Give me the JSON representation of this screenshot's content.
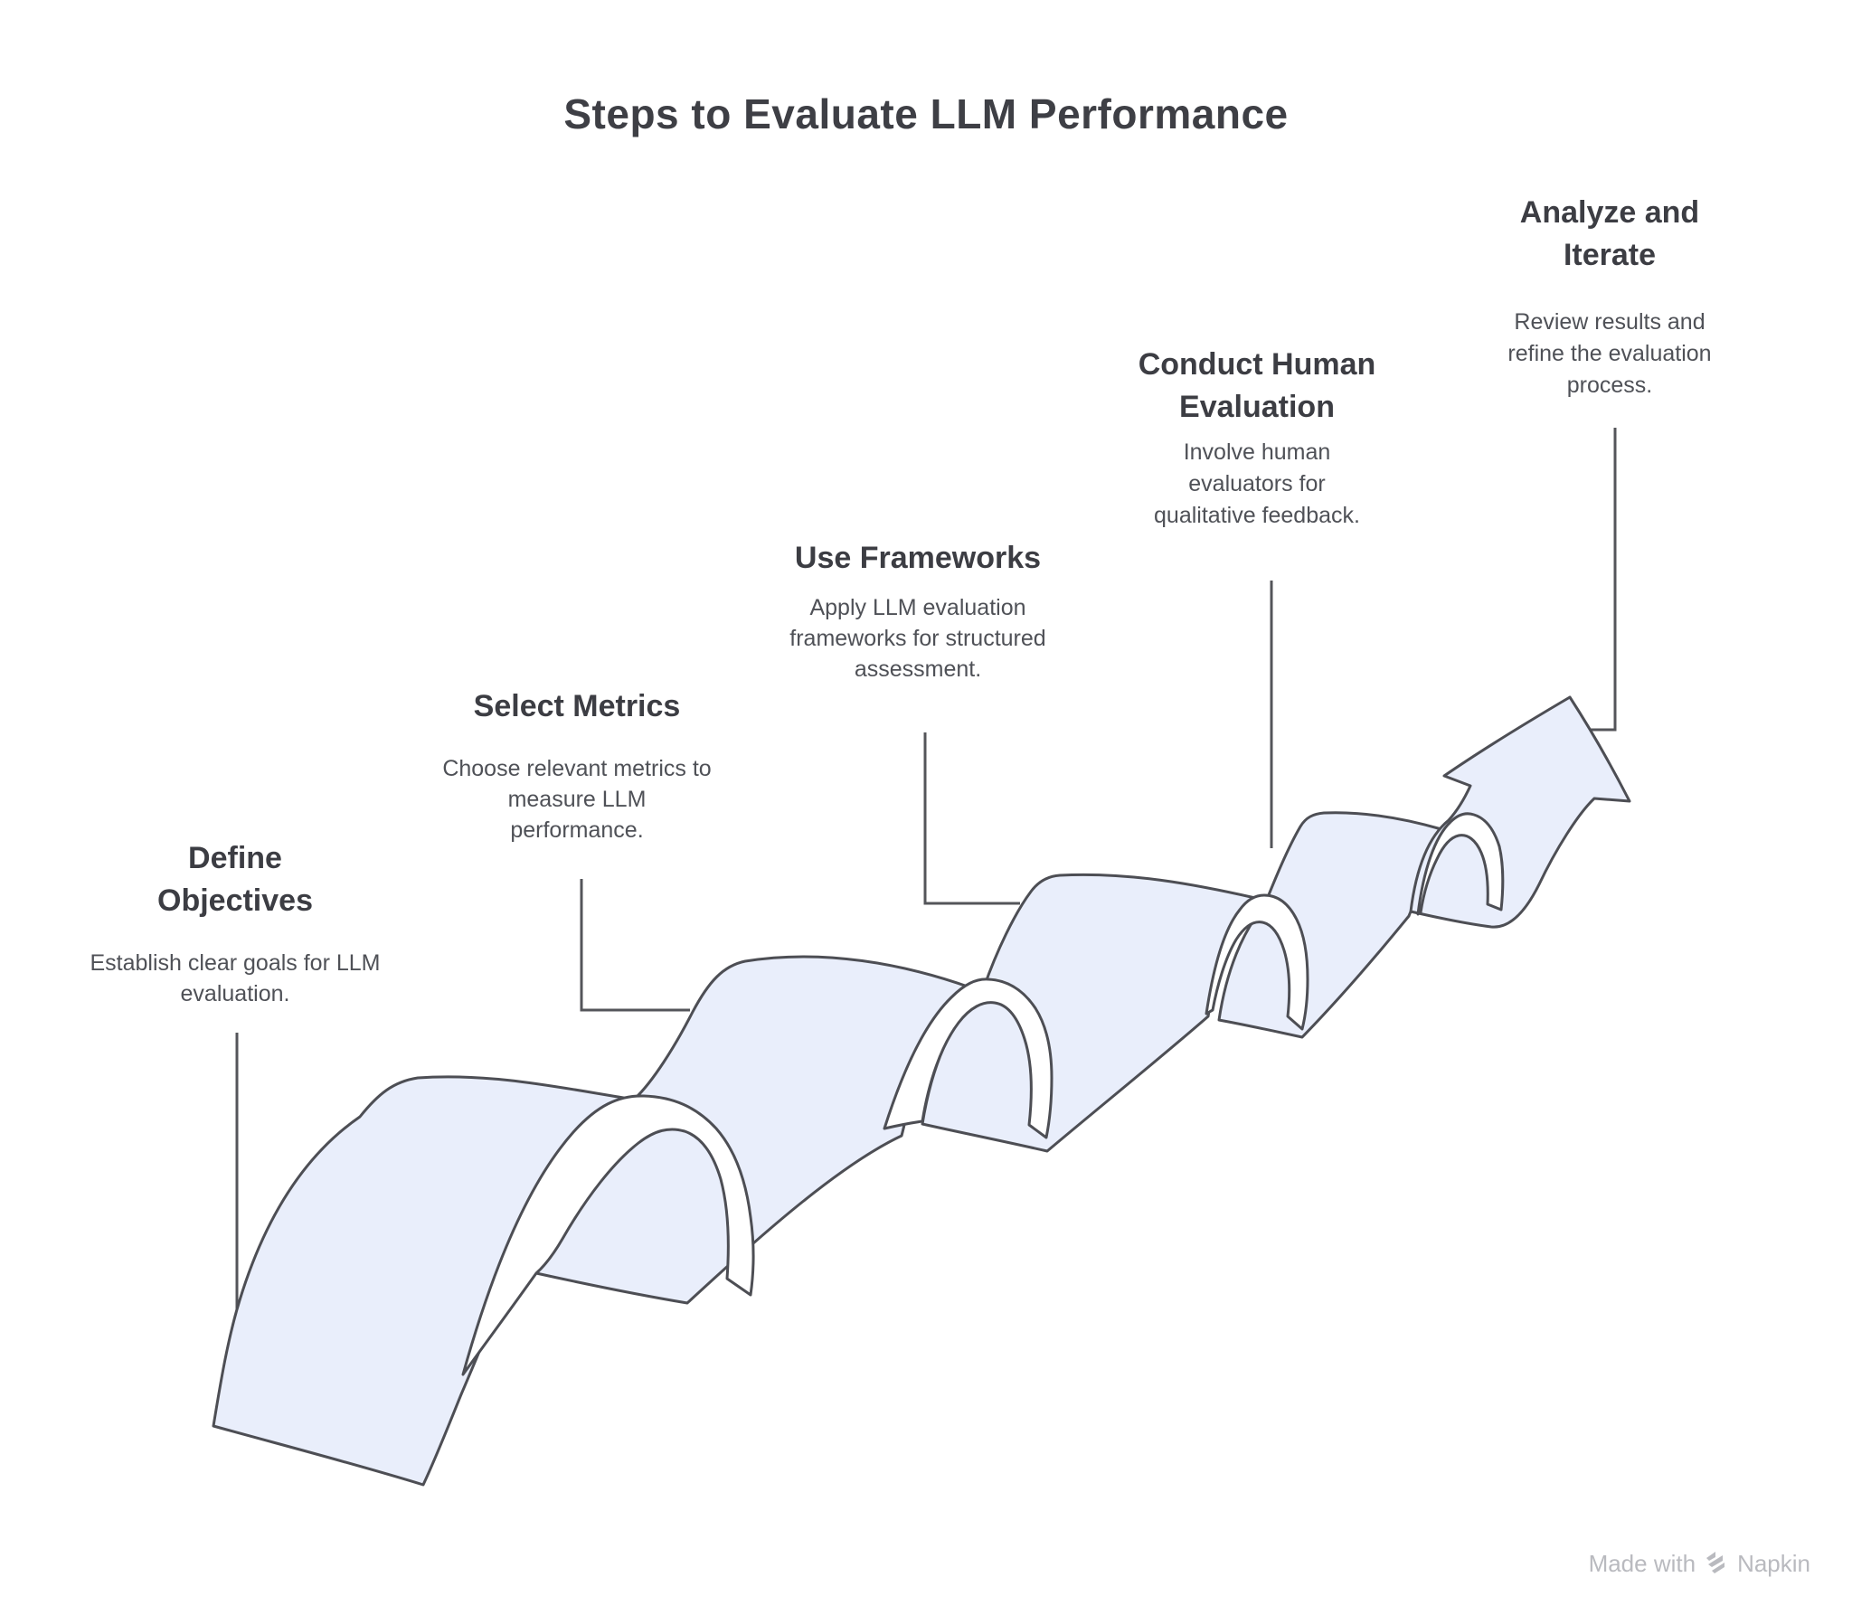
{
  "title": "Steps to Evaluate LLM Performance",
  "steps": [
    {
      "heading": "Define Objectives",
      "description": "Establish clear goals for LLM evaluation."
    },
    {
      "heading": "Select Metrics",
      "description": "Choose relevant metrics to measure LLM performance."
    },
    {
      "heading": "Use Frameworks",
      "description": "Apply LLM evaluation frameworks for structured assessment."
    },
    {
      "heading": "Conduct Human Evaluation",
      "description": "Involve human evaluators for qualitative feedback."
    },
    {
      "heading": "Analyze and Iterate",
      "description": "Review results and refine the evaluation process."
    }
  ],
  "watermark": {
    "prefix": "Made with",
    "brand": "Napkin"
  },
  "colors": {
    "ribbon_fill": "#E9EEFB",
    "ribbon_stroke": "#4D4E54",
    "connector": "#54555A",
    "heading_text": "#3C3D43",
    "body_text": "#4F5157",
    "title_text": "#3E3F45",
    "watermark_text": "#B9BABF",
    "background": "#FFFFFF"
  }
}
